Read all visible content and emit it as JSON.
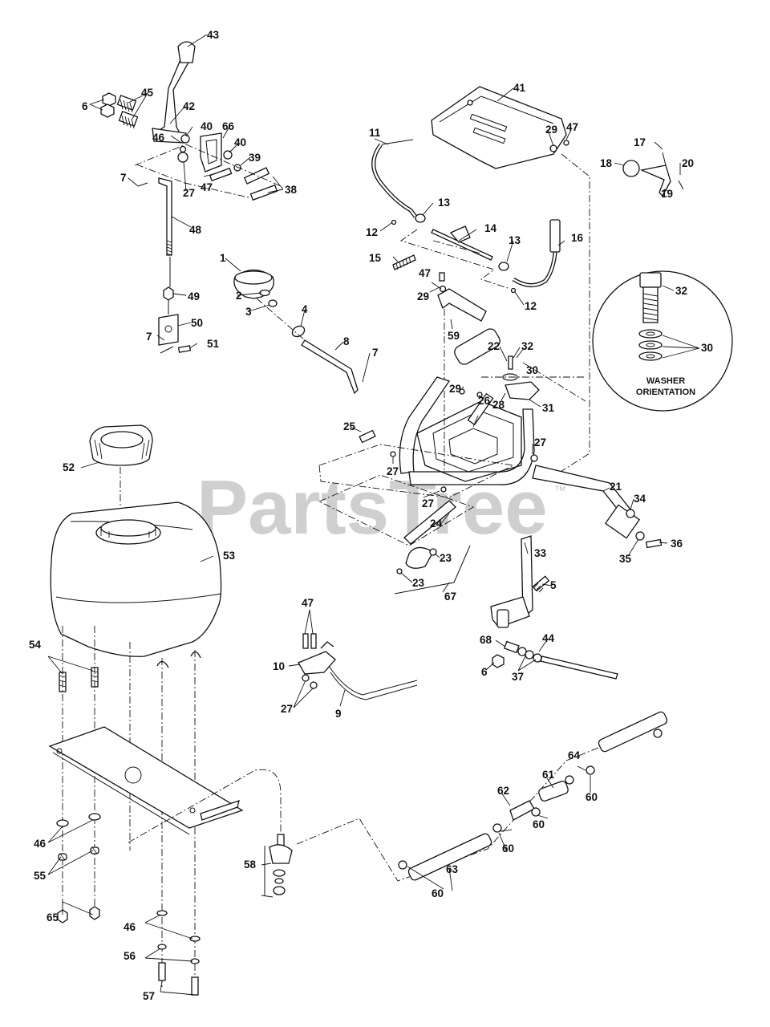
{
  "watermark": "PartsTree",
  "watermark_tm": "TM",
  "detail_note": {
    "line1": "WASHER",
    "line2": "ORIENTATION"
  },
  "labels": {
    "p1": "1",
    "p2": "2",
    "p3": "3",
    "p4": "4",
    "p5": "5",
    "p6a": "6",
    "p6b": "6",
    "p7a": "7",
    "p7b": "7",
    "p7c": "7",
    "p8": "8",
    "p9": "9",
    "p10": "10",
    "p11": "11",
    "p12a": "12",
    "p12b": "12",
    "p13a": "13",
    "p13b": "13",
    "p14": "14",
    "p15": "15",
    "p16": "16",
    "p17": "17",
    "p18": "18",
    "p19": "19",
    "p20": "20",
    "p21": "21",
    "p22": "22",
    "p23a": "23",
    "p23b": "23",
    "p24": "24",
    "p25": "25",
    "p26": "26",
    "p27a": "27",
    "p27b": "27",
    "p27c": "27",
    "p27d": "27",
    "p27e": "27",
    "p28": "28",
    "p29a": "29",
    "p29b": "29",
    "p29c": "29",
    "p30a": "30",
    "p30b": "30",
    "p31": "31",
    "p32a": "32",
    "p32b": "32",
    "p33": "33",
    "p34": "34",
    "p35": "35",
    "p36": "36",
    "p37": "37",
    "p38": "38",
    "p39": "39",
    "p40a": "40",
    "p40b": "40",
    "p41": "41",
    "p42": "42",
    "p43": "43",
    "p44": "44",
    "p45": "45",
    "p46a": "46",
    "p46b": "46",
    "p46c": "46",
    "p47a": "47",
    "p47b": "47",
    "p47c": "47",
    "p47d": "47",
    "p48": "48",
    "p49": "49",
    "p50": "50",
    "p51": "51",
    "p52": "52",
    "p53": "53",
    "p54": "54",
    "p55": "55",
    "p56": "56",
    "p57": "57",
    "p58": "58",
    "p59": "59",
    "p60a": "60",
    "p60b": "60",
    "p60c": "60",
    "p60d": "60",
    "p60e": "60",
    "p61": "61",
    "p62": "62",
    "p63": "63",
    "p64": "64",
    "p65": "65",
    "p66": "66",
    "p67": "67",
    "p68": "68"
  }
}
